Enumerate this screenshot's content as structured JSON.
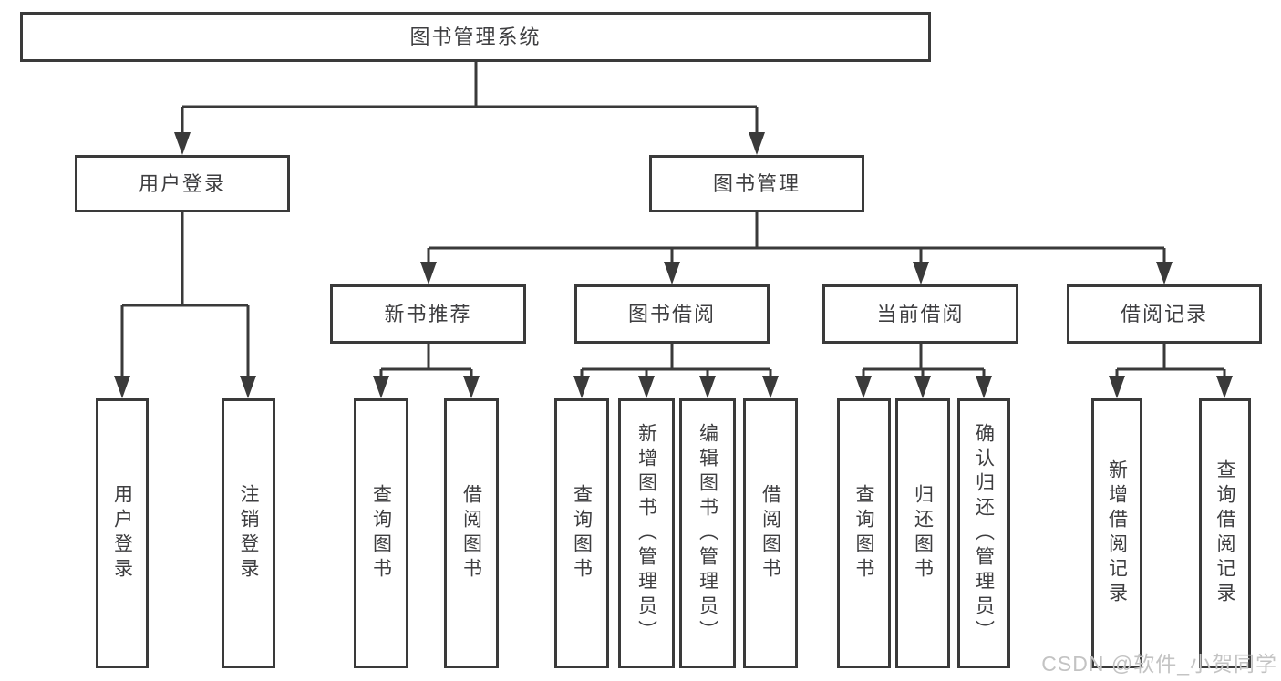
{
  "diagram": {
    "root": {
      "label": "图书管理系统"
    },
    "branches": [
      {
        "label": "用户登录",
        "children": [
          {
            "label": "用户登录"
          },
          {
            "label": "注销登录"
          }
        ]
      },
      {
        "label": "图书管理",
        "children": [
          {
            "label": "新书推荐",
            "children": [
              {
                "label": "查询图书"
              },
              {
                "label": "借阅图书"
              }
            ]
          },
          {
            "label": "图书借阅",
            "children": [
              {
                "label": "查询图书"
              },
              {
                "label": "新增图书（管理员）"
              },
              {
                "label": "编辑图书（管理员）"
              },
              {
                "label": "借阅图书"
              }
            ]
          },
          {
            "label": "当前借阅",
            "children": [
              {
                "label": "查询图书"
              },
              {
                "label": "归还图书"
              },
              {
                "label": "确认归还（管理员）"
              }
            ]
          },
          {
            "label": "借阅记录",
            "children": [
              {
                "label": "新增借阅记录"
              },
              {
                "label": "查询借阅记录"
              }
            ]
          }
        ]
      }
    ]
  },
  "watermark": {
    "text": "CSDN @软件_小贺同学",
    "color": "#c3c3c3"
  },
  "colors": {
    "line": "#3a3a3a",
    "box_border": "#3a3a3a",
    "box_fill": "#ffffff",
    "text": "#3e3e40",
    "background": "#ffffff"
  }
}
